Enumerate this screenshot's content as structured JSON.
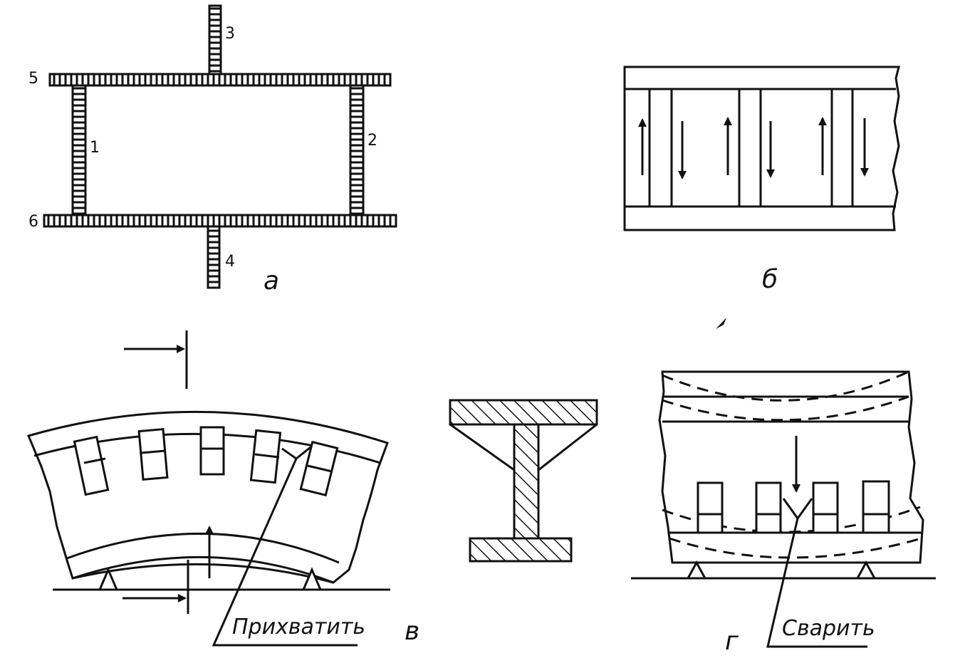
{
  "panel_a": {
    "caption": "а",
    "labels": {
      "n1": "1",
      "n2": "2",
      "n3": "3",
      "n4": "4",
      "n5": "5",
      "n6": "6"
    }
  },
  "panel_b": {
    "caption": "б"
  },
  "panel_v": {
    "caption": "в",
    "callout": "Прихватить"
  },
  "panel_g": {
    "caption": "г",
    "callout": "Сварить"
  },
  "colors": {
    "ink": "#111111",
    "paper": "#ffffff"
  }
}
